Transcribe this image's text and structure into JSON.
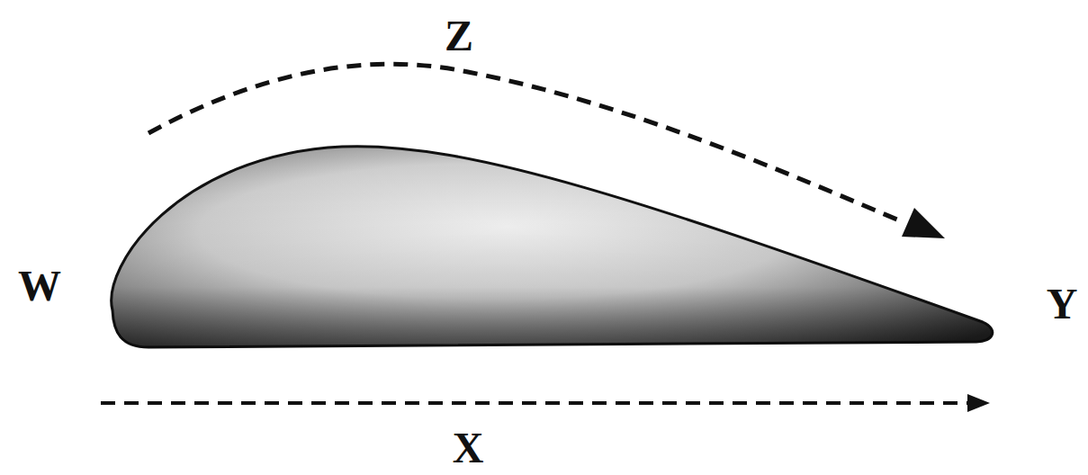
{
  "diagram": {
    "labels": [
      "Z",
      "W",
      "Y",
      "X"
    ]
  }
}
